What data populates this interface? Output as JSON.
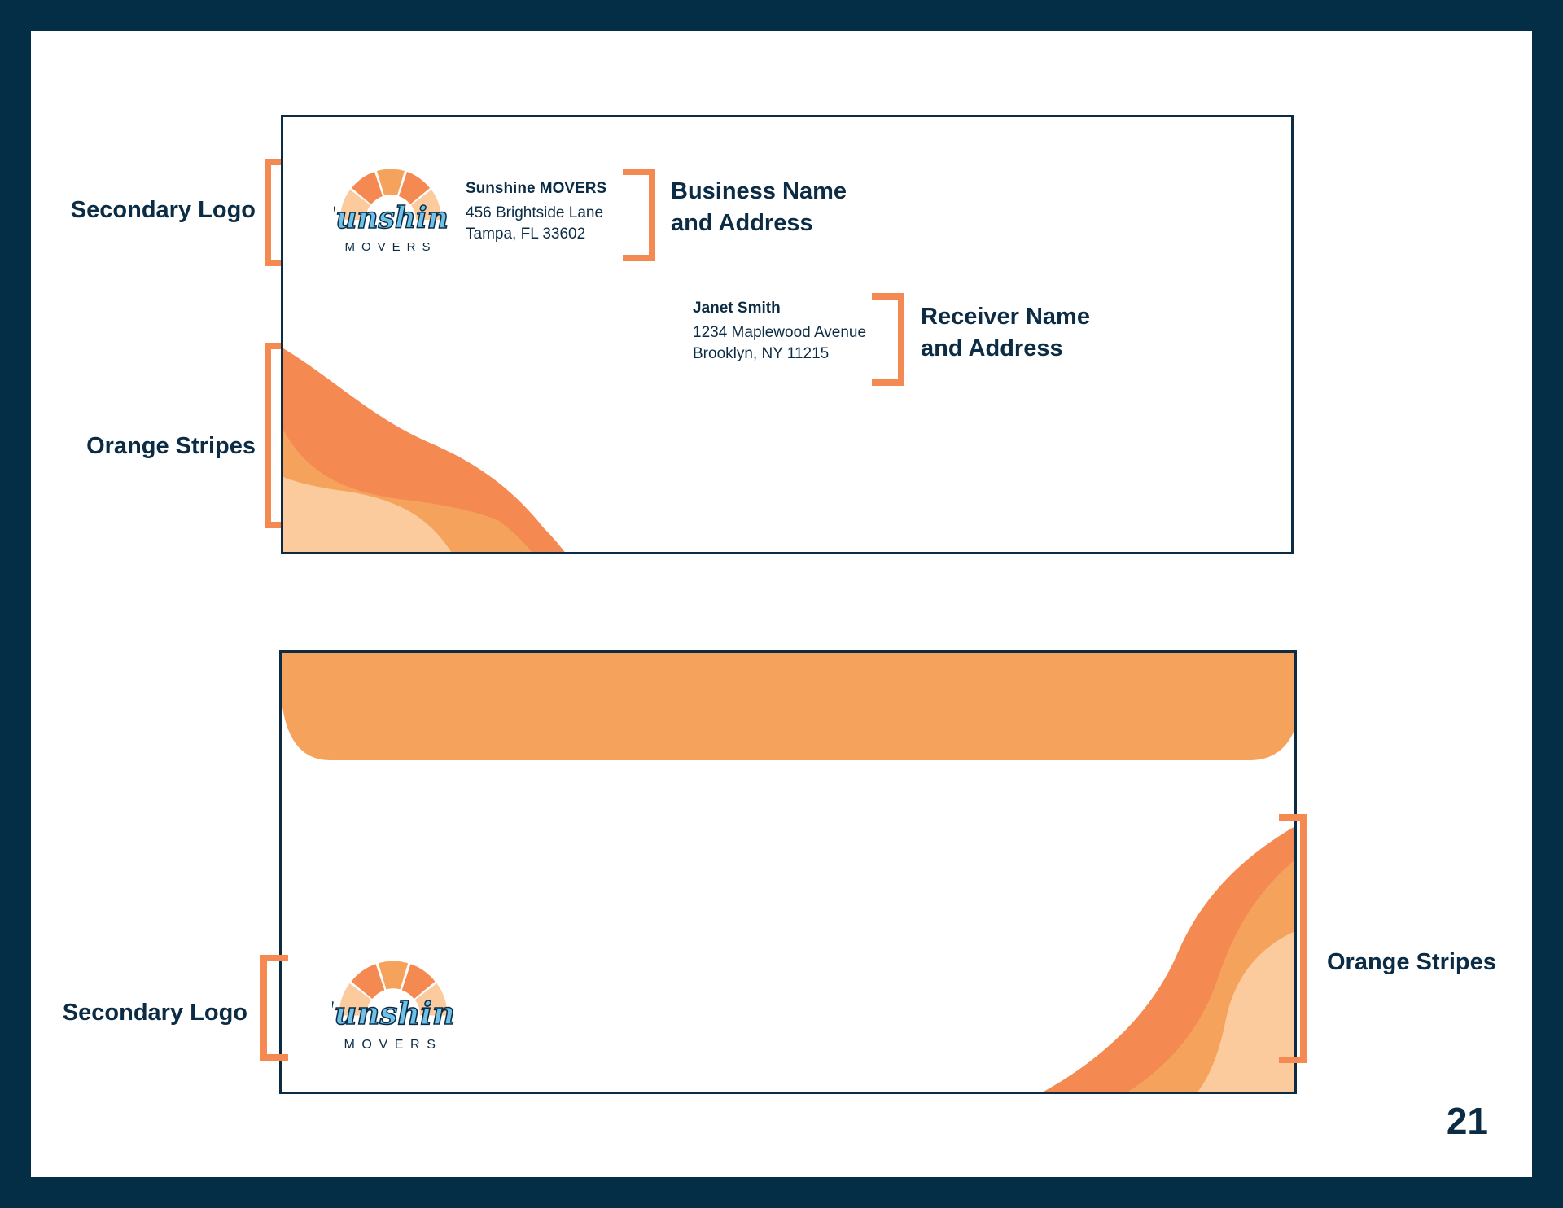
{
  "colors": {
    "frame": "#032e46",
    "navy": "#0b2c44",
    "orange_dark": "#f48a51",
    "orange_mid": "#f5a35c",
    "orange_light": "#fccb9d",
    "logo_blue": "#6fc1e8"
  },
  "front": {
    "logo_word": "Sunshine",
    "logo_sub": "MOVERS",
    "sender": {
      "name": "Sunshine MOVERS",
      "line1": "456 Brightside Lane",
      "line2": "Tampa, FL 33602"
    },
    "receiver": {
      "name": "Janet Smith",
      "line1": "1234 Maplewood Avenue",
      "line2": "Brooklyn, NY  11215"
    },
    "labels": {
      "secondary_logo": "Secondary Logo",
      "orange_stripes": "Orange Stripes",
      "business_line1": "Business Name",
      "business_line2": "and Address",
      "receiver_line1": "Receiver Name",
      "receiver_line2": "and Address"
    }
  },
  "back": {
    "logo_word": "Sunshine",
    "logo_sub": "MOVERS",
    "labels": {
      "secondary_logo": "Secondary Logo",
      "orange_stripes": "Orange Stripes"
    }
  },
  "page_number": "21"
}
